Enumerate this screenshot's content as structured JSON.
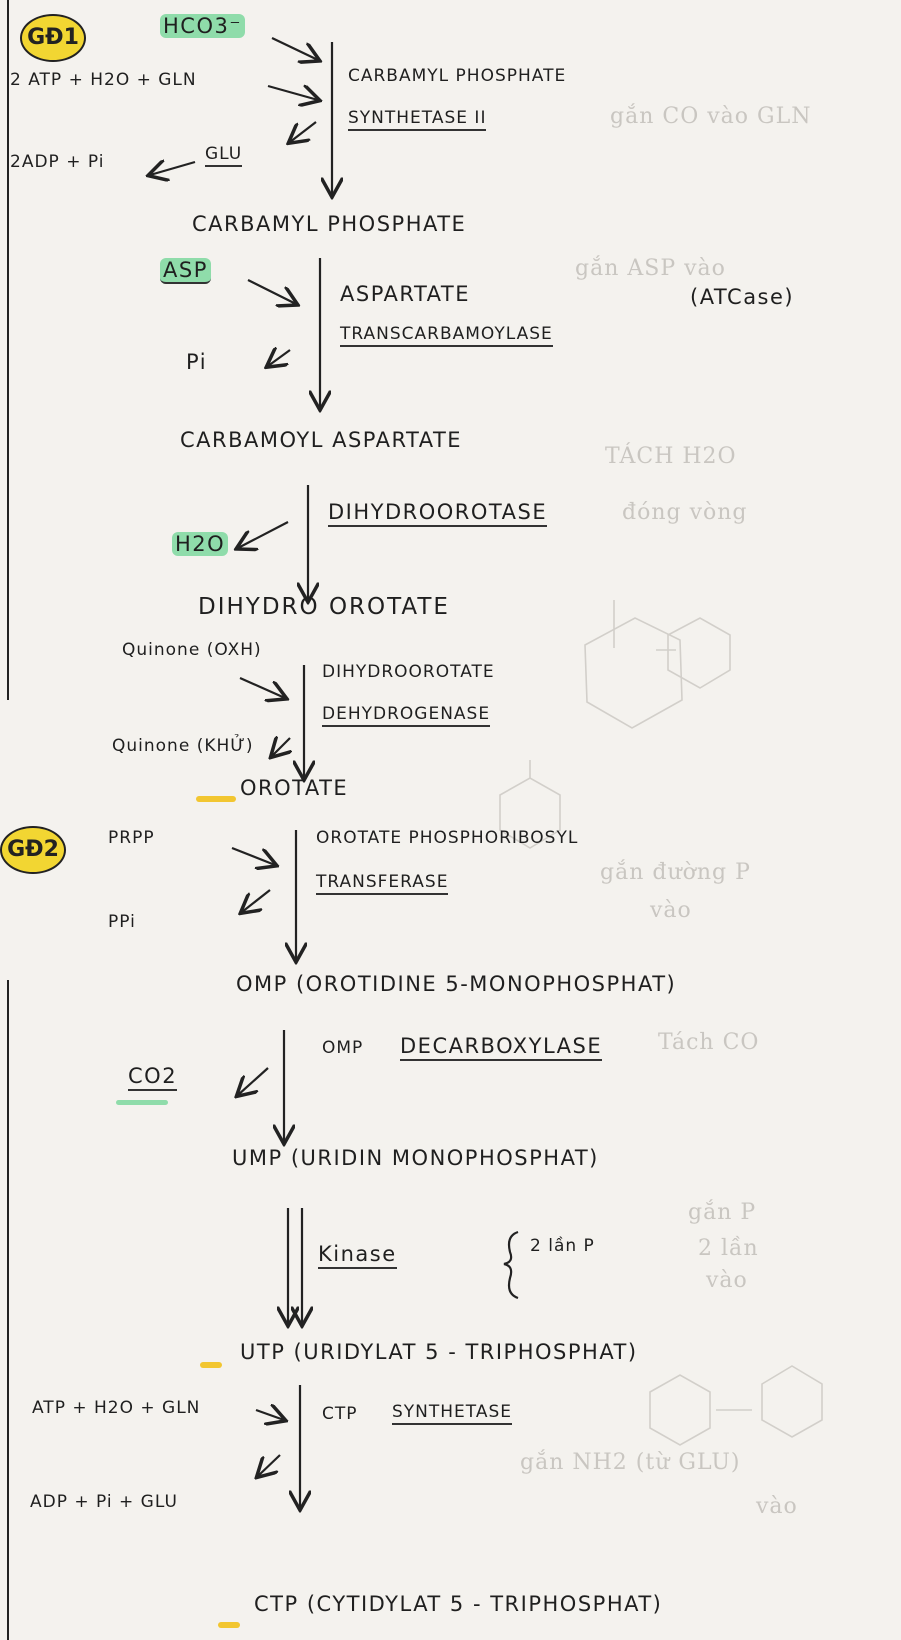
{
  "stages": [
    {
      "badge": "GĐ1",
      "color": "#f2d632"
    },
    {
      "badge": "GĐ2",
      "color": "#f2d632"
    }
  ],
  "steps": {
    "s1": {
      "inputs": [
        "HCO3⁻",
        "2 ATP + H2O + GLN"
      ],
      "outputs": [
        "2ADP + Pi",
        "GLU"
      ],
      "enzyme_line1": "CARBAMYL PHOSPHATE",
      "enzyme_line2": "SYNTHETASE II",
      "note": "gắn CO vào GLN"
    },
    "s2": {
      "product": "CARBAMYL PHOSPHATE",
      "input": "ASP",
      "output": "Pi",
      "enzyme_line1": "ASPARTATE",
      "enzyme_line2": "TRANSCARBAMOYLASE",
      "abbr": "(ATCase)",
      "note": "gắn ASP vào"
    },
    "s3": {
      "product": "CARBAMOYL ASPARTATE",
      "output": "H2O",
      "enzyme": "DIHYDROOROTASE",
      "note1": "TÁCH H2O",
      "note2": "đóng vòng"
    },
    "s4": {
      "product": "DIHYDRO OROTATE",
      "input": "Quinone (OXH)",
      "output": "Quinone (KHỬ)",
      "enzyme_line1": "DIHYDROOROTATE",
      "enzyme_line2": "DEHYDROGENASE"
    },
    "s5": {
      "product": "OROTATE",
      "input": "PRPP",
      "output": "PPi",
      "enzyme_line1": "OROTATE PHOSPHORIBOSYL",
      "enzyme_line2": "TRANSFERASE",
      "note1": "gắn đường P",
      "note2": "vào"
    },
    "s6": {
      "product": "OMP (OROTIDINE 5-MONOPHOSPHAT)",
      "output": "CO2",
      "enzyme_a": "OMP",
      "enzyme_b": "DECARBOXYLASE",
      "note": "Tách CO"
    },
    "s7": {
      "product": "UMP (URIDIN MONOPHOSPHAT)",
      "enzyme": "Kinase",
      "brace_note": "2 lần P",
      "note1": "gắn P",
      "note2": "2 lần",
      "note3": "vào"
    },
    "s8": {
      "product": "UTP (URIDYLAT 5 - TRIPHOSPHAT)",
      "input": "ATP + H2O + GLN",
      "output": "ADP + Pi + GLU",
      "enzyme_a": "CTP",
      "enzyme_b": "SYNTHETASE",
      "note1": "gắn NH2 (từ GLU)",
      "note2": "vào"
    },
    "s9": {
      "product": "CTP (CYTIDYLAT 5 - TRIPHOSPHAT)"
    }
  },
  "highlight_color": "#8fdcaa"
}
